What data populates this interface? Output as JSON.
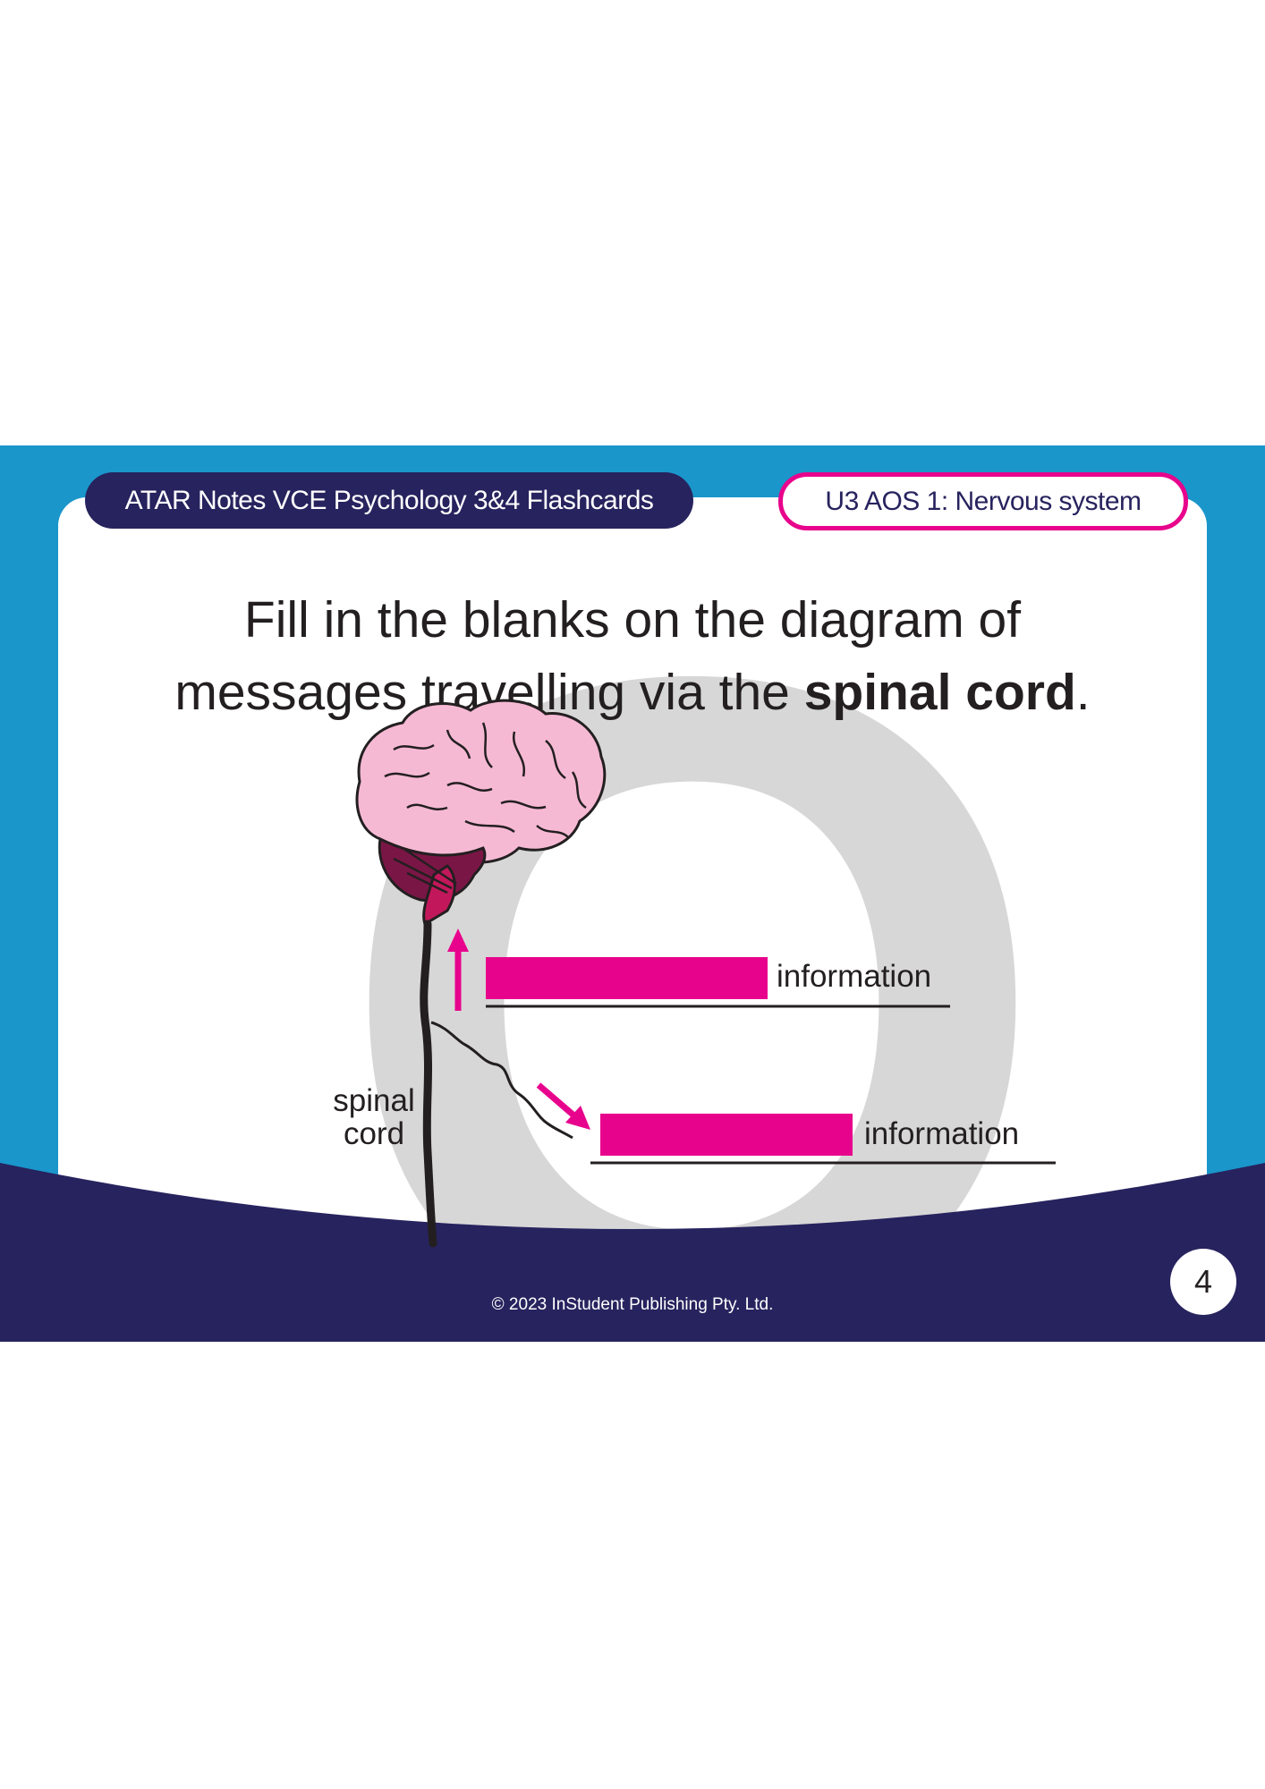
{
  "header": {
    "series_title": "ATAR Notes VCE Psychology 3&4 Flashcards",
    "topic": "U3 AOS 1: Nervous system"
  },
  "watermark": {
    "letter": "Q"
  },
  "question": {
    "line1": "Fill in the blanks on the diagram of",
    "line2_prefix": "messages travelling via the ",
    "line2_bold": "spinal cord",
    "line2_suffix": "."
  },
  "diagram": {
    "upper_label": "information",
    "lower_label": "information",
    "spinal_label_line1": "spinal",
    "spinal_label_line2": "cord"
  },
  "footer": {
    "copyright": "© 2023 InStudent Publishing Pty. Ltd.",
    "page_number": "4"
  },
  "colors": {
    "blue": "#1a96cb",
    "navy": "#27235e",
    "magenta": "#e8038c",
    "brain_pink": "#f6b9d4",
    "cerebellum": "#7a1646"
  }
}
